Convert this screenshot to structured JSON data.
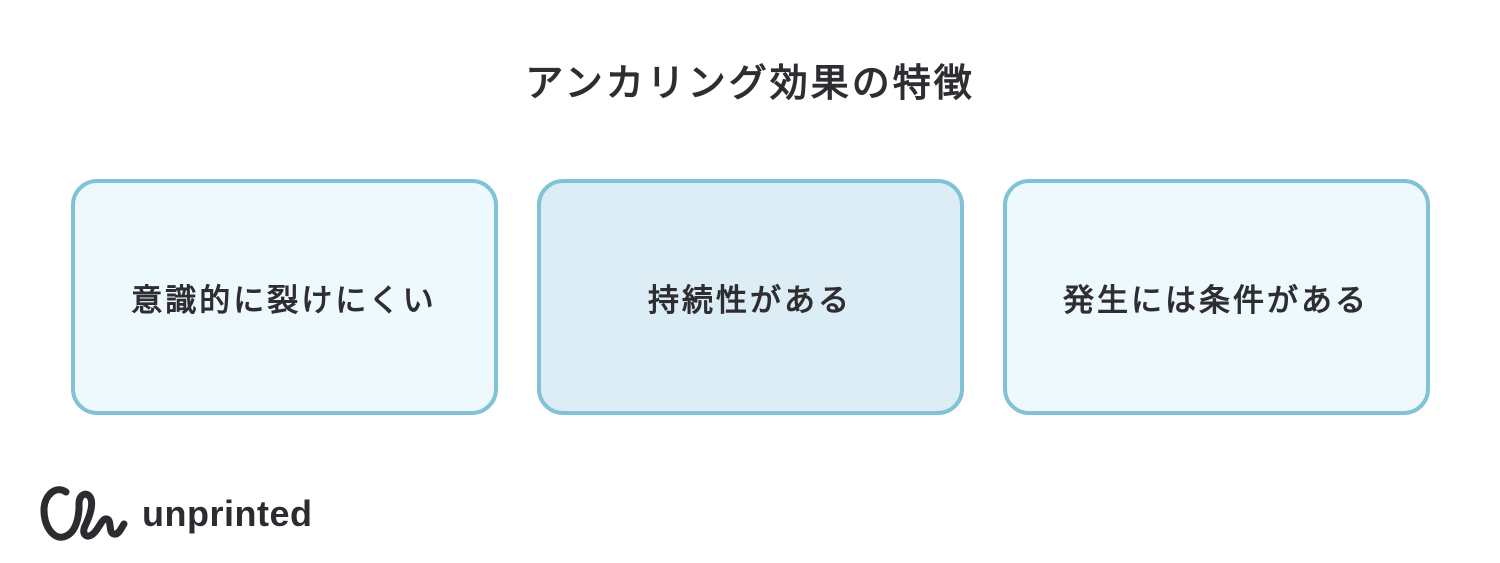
{
  "title": "アンカリング効果の特徴",
  "boxes": [
    {
      "label": "意識的に裂けにくい",
      "highlighted": false
    },
    {
      "label": "持続性がある",
      "highlighted": true
    },
    {
      "label": "発生には条件がある",
      "highlighted": false
    }
  ],
  "logo": {
    "text": "unprinted",
    "mark": "cursive-squiggle-icon"
  },
  "colors": {
    "accent_border": "#82c2d7",
    "card_fill": "#edf9fc",
    "card_fill_highlight": "#dcedf5",
    "text": "#2e2e32",
    "logo": "#2b2b30",
    "background": "#ffffff"
  }
}
